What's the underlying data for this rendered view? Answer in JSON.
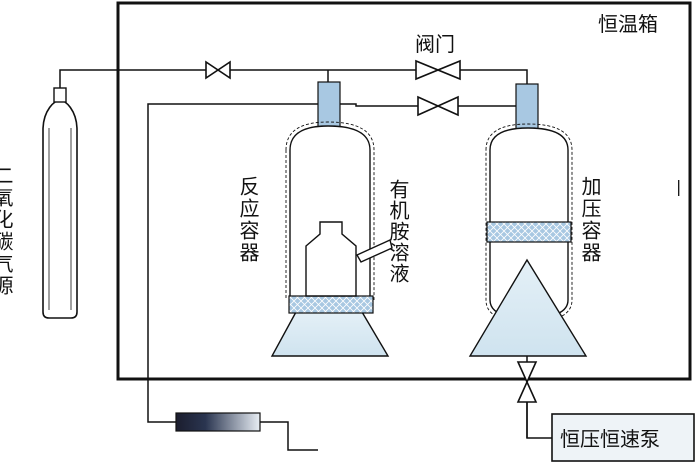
{
  "labels": {
    "chamber": "恒温箱",
    "valve": "阀门",
    "co2_source": "二氧化碳气源",
    "reactor": "反应容器",
    "organic_amine": "有机胺溶液",
    "pressurizer": "加压容器",
    "pump": "恒压恒速泵",
    "edge_mark": "|"
  },
  "colors": {
    "line": "#111111",
    "vessel_fill": "#ffffff",
    "light_blue": "#dcebf4",
    "band_blue": "#a8c8e2",
    "gradient_dark": "#1b1d2e",
    "gradient_light": "#e8eef4"
  }
}
